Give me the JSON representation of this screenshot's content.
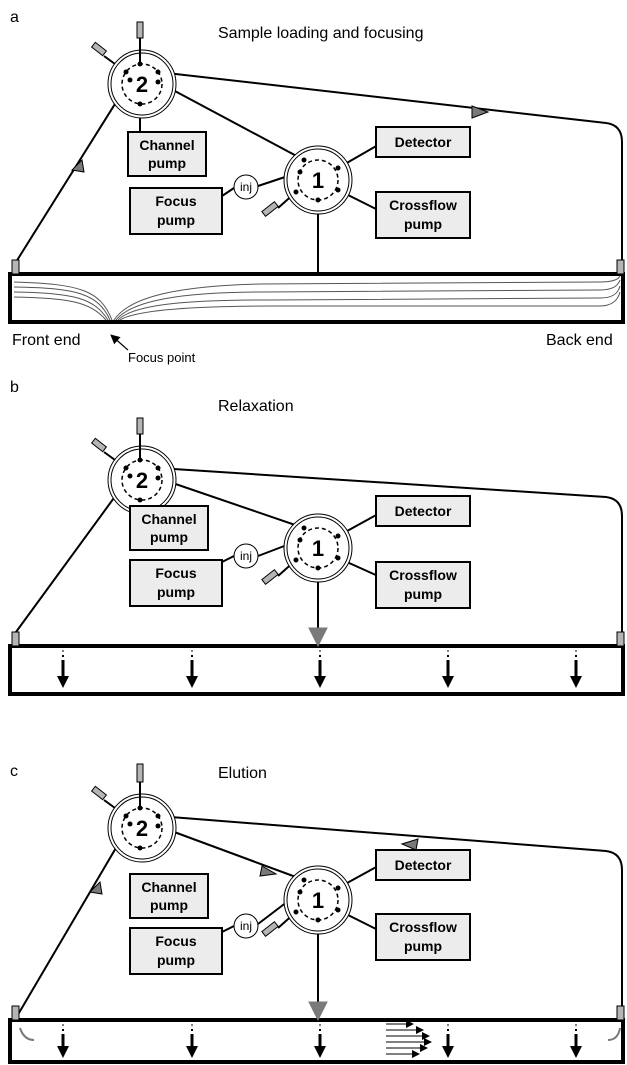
{
  "panels": [
    {
      "letter": "a",
      "title": "Sample loading and focusing",
      "valve_2_label": "2",
      "valve_1_label": "1",
      "channel_pump": [
        "Channel",
        "pump"
      ],
      "focus_pump": [
        "Focus",
        "pump"
      ],
      "detector": "Detector",
      "crossflow_pump": [
        "Crossflow",
        "pump"
      ],
      "injector": "inj",
      "front_end": "Front end",
      "back_end": "Back end",
      "focus_point": "Focus point"
    },
    {
      "letter": "b",
      "title": "Relaxation",
      "valve_2_label": "2",
      "valve_1_label": "1",
      "channel_pump": [
        "Channel",
        "pump"
      ],
      "focus_pump": [
        "Focus",
        "pump"
      ],
      "detector": "Detector",
      "crossflow_pump": [
        "Crossflow",
        "pump"
      ],
      "injector": "inj"
    },
    {
      "letter": "c",
      "title": "Elution",
      "valve_2_label": "2",
      "valve_1_label": "1",
      "channel_pump": [
        "Channel",
        "pump"
      ],
      "focus_pump": [
        "Focus",
        "pump"
      ],
      "detector": "Detector",
      "crossflow_pump": [
        "Crossflow",
        "pump"
      ],
      "injector": "inj"
    }
  ],
  "colors": {
    "line": "#000000",
    "box_fill": "#ececec",
    "arrow_fill": "#7a7a7a",
    "nub_fill": "#b5b5b5"
  }
}
